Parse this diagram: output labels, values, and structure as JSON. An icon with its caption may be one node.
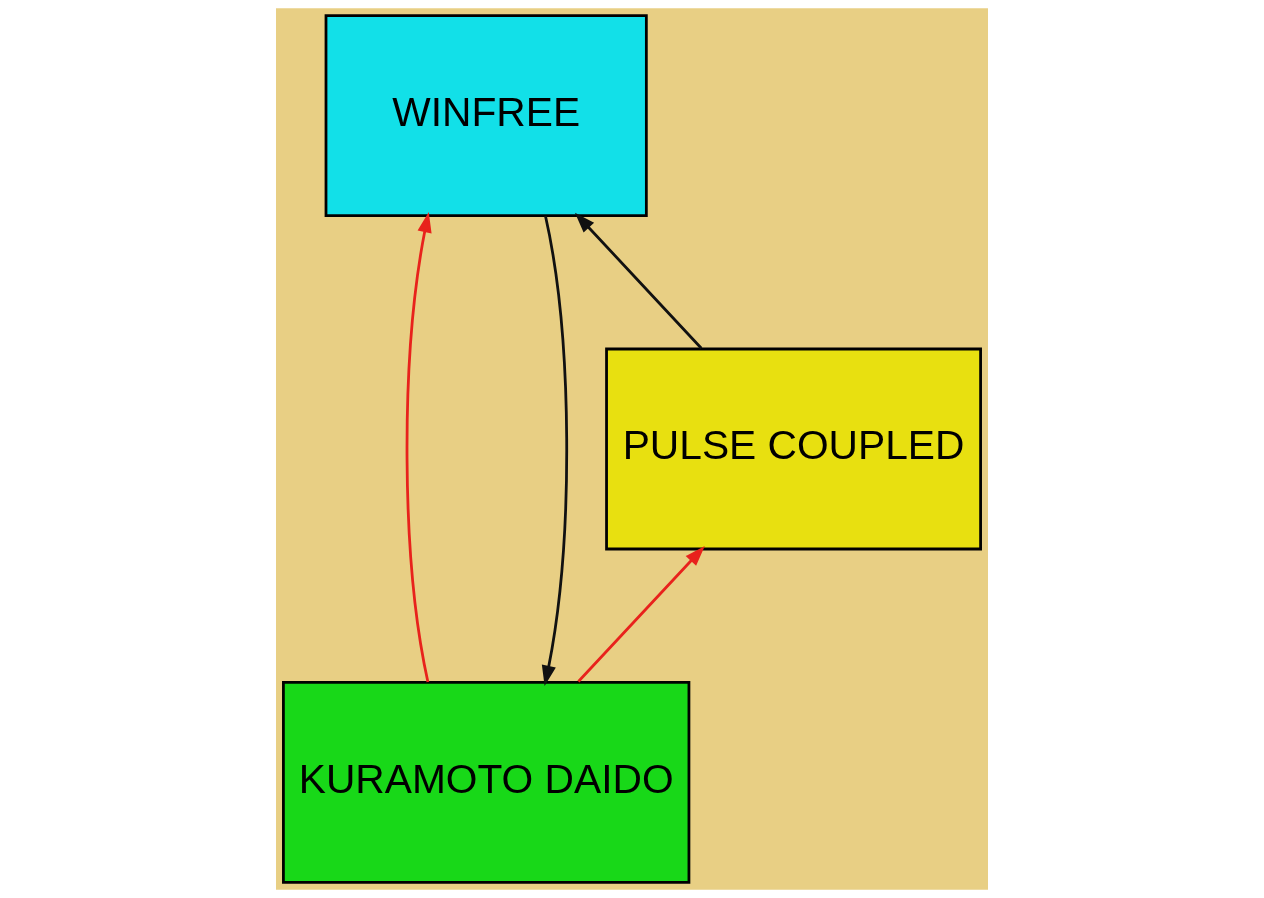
{
  "diagram": {
    "nodes": [
      {
        "text": [
          "WINFREE"
        ]
      },
      {
        "text": [
          "PULSE COUPLED"
        ]
      },
      {
        "text": [
          "KURAMOTO DAIDO"
        ]
      }
    ],
    "edges": [
      {
        "from": 1,
        "to": 0,
        "arrow": "to"
      },
      {
        "from": 0,
        "to": 2,
        "arrow": "to"
      },
      {
        "from": 2,
        "to": 1,
        "arrow": "to",
        "color": "#e8221c"
      },
      {
        "from": 2,
        "to": 0,
        "arrow": "to",
        "color": "#e8221c"
      }
    ]
  }
}
